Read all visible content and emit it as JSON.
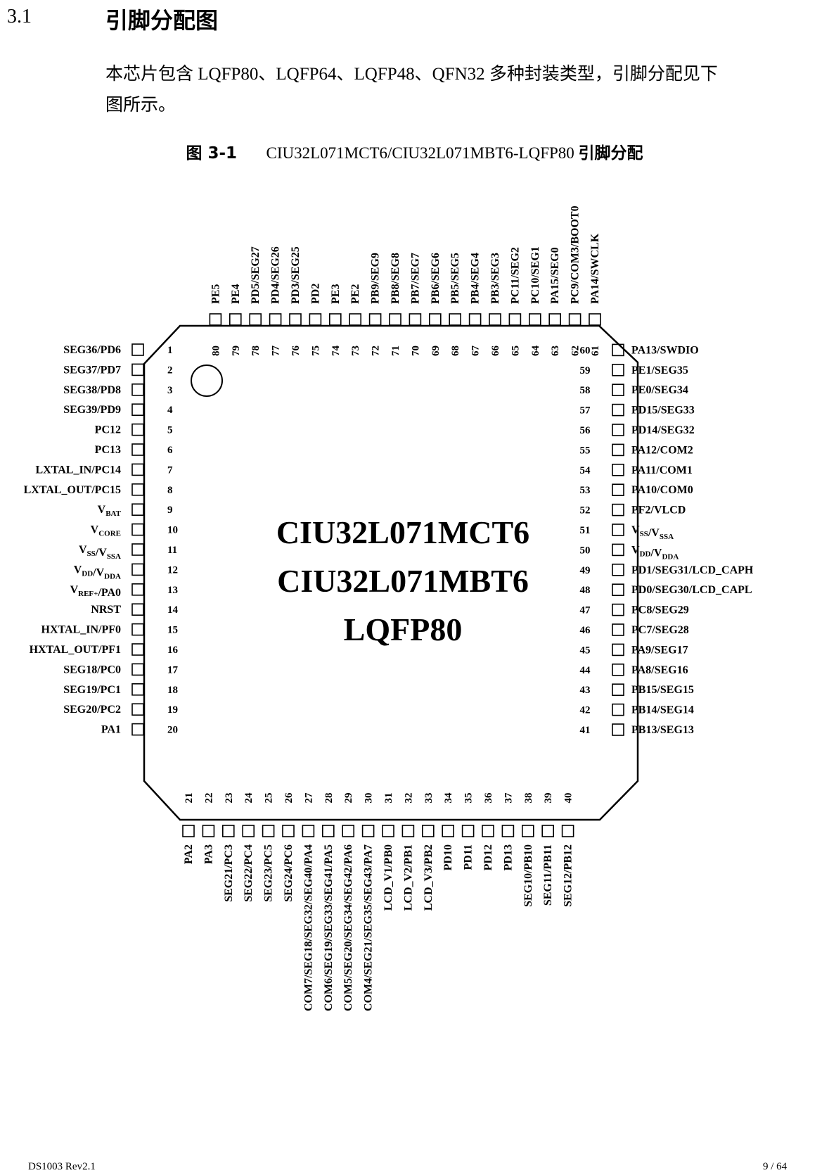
{
  "section": {
    "number": "3.1",
    "title": "引脚分配图"
  },
  "intro": {
    "line1": "本芯片包含 LQFP80、LQFP64、LQFP48、QFN32 多种封装类型，引脚分配见下",
    "line2": "图所示。"
  },
  "figure": {
    "number": "图  3-1",
    "title": "CIU32L071MCT6/CIU32L071MBT6-LQFP80",
    "title_suffix": "引脚分配"
  },
  "chip": {
    "lines": [
      "CIU32L071MCT6",
      "CIU32L071MBT6",
      "LQFP80"
    ]
  },
  "pins": {
    "left": [
      {
        "num": "1",
        "label": "SEG36/PD6"
      },
      {
        "num": "2",
        "label": "SEG37/PD7"
      },
      {
        "num": "3",
        "label": "SEG38/PD8"
      },
      {
        "num": "4",
        "label": "SEG39/PD9"
      },
      {
        "num": "5",
        "label": "PC12"
      },
      {
        "num": "6",
        "label": "PC13"
      },
      {
        "num": "7",
        "label": "LXTAL_IN/PC14"
      },
      {
        "num": "8",
        "label": "LXTAL_OUT/PC15"
      },
      {
        "num": "9",
        "label": "VBAT"
      },
      {
        "num": "10",
        "label": "VCORE"
      },
      {
        "num": "11",
        "label": "VSS/VSSA"
      },
      {
        "num": "12",
        "label": "VDD/VDDA"
      },
      {
        "num": "13",
        "label": "VREF+/PA0"
      },
      {
        "num": "14",
        "label": "NRST"
      },
      {
        "num": "15",
        "label": "HXTAL_IN/PF0"
      },
      {
        "num": "16",
        "label": "HXTAL_OUT/PF1"
      },
      {
        "num": "17",
        "label": "SEG18/PC0"
      },
      {
        "num": "18",
        "label": "SEG19/PC1"
      },
      {
        "num": "19",
        "label": "SEG20/PC2"
      },
      {
        "num": "20",
        "label": "PA1"
      }
    ],
    "bottom": [
      {
        "num": "21",
        "label": "PA2"
      },
      {
        "num": "22",
        "label": "PA3"
      },
      {
        "num": "23",
        "label": "SEG21/PC3"
      },
      {
        "num": "24",
        "label": "SEG22/PC4"
      },
      {
        "num": "25",
        "label": "SEG23/PC5"
      },
      {
        "num": "26",
        "label": "SEG24/PC6"
      },
      {
        "num": "27",
        "label": "COM7/SEG18/SEG32/SEG40/PA4"
      },
      {
        "num": "28",
        "label": "COM6/SEG19/SEG33/SEG41/PA5"
      },
      {
        "num": "29",
        "label": "COM5/SEG20/SEG34/SEG42/PA6"
      },
      {
        "num": "30",
        "label": "COM4/SEG21/SEG35/SEG43/PA7"
      },
      {
        "num": "31",
        "label": "LCD_V1/PB0"
      },
      {
        "num": "32",
        "label": "LCD_V2/PB1"
      },
      {
        "num": "33",
        "label": "LCD_V3/PB2"
      },
      {
        "num": "34",
        "label": "PD10"
      },
      {
        "num": "35",
        "label": "PD11"
      },
      {
        "num": "36",
        "label": "PD12"
      },
      {
        "num": "37",
        "label": "PD13"
      },
      {
        "num": "38",
        "label": "SEG10/PB10"
      },
      {
        "num": "39",
        "label": "SEG11/PB11"
      },
      {
        "num": "40",
        "label": "SEG12/PB12"
      }
    ],
    "right": [
      {
        "num": "41",
        "label": "PB13/SEG13"
      },
      {
        "num": "42",
        "label": "PB14/SEG14"
      },
      {
        "num": "43",
        "label": "PB15/SEG15"
      },
      {
        "num": "44",
        "label": "PA8/SEG16"
      },
      {
        "num": "45",
        "label": "PA9/SEG17"
      },
      {
        "num": "46",
        "label": "PC7/SEG28"
      },
      {
        "num": "47",
        "label": "PC8/SEG29"
      },
      {
        "num": "48",
        "label": "PD0/SEG30/LCD_CAPL"
      },
      {
        "num": "49",
        "label": "PD1/SEG31/LCD_CAPH"
      },
      {
        "num": "50",
        "label": "VDD/VDDA"
      },
      {
        "num": "51",
        "label": "VSS/VSSA"
      },
      {
        "num": "52",
        "label": "PF2/VLCD"
      },
      {
        "num": "53",
        "label": "PA10/COM0"
      },
      {
        "num": "54",
        "label": "PA11/COM1"
      },
      {
        "num": "55",
        "label": "PA12/COM2"
      },
      {
        "num": "56",
        "label": "PD14/SEG32"
      },
      {
        "num": "57",
        "label": "PD15/SEG33"
      },
      {
        "num": "58",
        "label": "PE0/SEG34"
      },
      {
        "num": "59",
        "label": "PE1/SEG35"
      },
      {
        "num": "60",
        "label": "PA13/SWDIO"
      }
    ],
    "top": [
      {
        "num": "61",
        "label": "PA14/SWCLK"
      },
      {
        "num": "62",
        "label": "PC9/COM3/BOOT0"
      },
      {
        "num": "63",
        "label": "PA15/SEG0"
      },
      {
        "num": "64",
        "label": "PC10/SEG1"
      },
      {
        "num": "65",
        "label": "PC11/SEG2"
      },
      {
        "num": "66",
        "label": "PB3/SEG3"
      },
      {
        "num": "67",
        "label": "PB4/SEG4"
      },
      {
        "num": "68",
        "label": "PB5/SEG5"
      },
      {
        "num": "69",
        "label": "PB6/SEG6"
      },
      {
        "num": "70",
        "label": "PB7/SEG7"
      },
      {
        "num": "71",
        "label": "PB8/SEG8"
      },
      {
        "num": "72",
        "label": "PB9/SEG9"
      },
      {
        "num": "73",
        "label": "PE2"
      },
      {
        "num": "74",
        "label": "PE3"
      },
      {
        "num": "75",
        "label": "PD2"
      },
      {
        "num": "76",
        "label": "PD3/SEG25"
      },
      {
        "num": "77",
        "label": "PD4/SEG26"
      },
      {
        "num": "78",
        "label": "PD5/SEG27"
      },
      {
        "num": "79",
        "label": "PE4"
      },
      {
        "num": "80",
        "label": "PE5"
      }
    ]
  },
  "footer": {
    "left": "DS1003 Rev2.1",
    "right": "9 / 64"
  }
}
